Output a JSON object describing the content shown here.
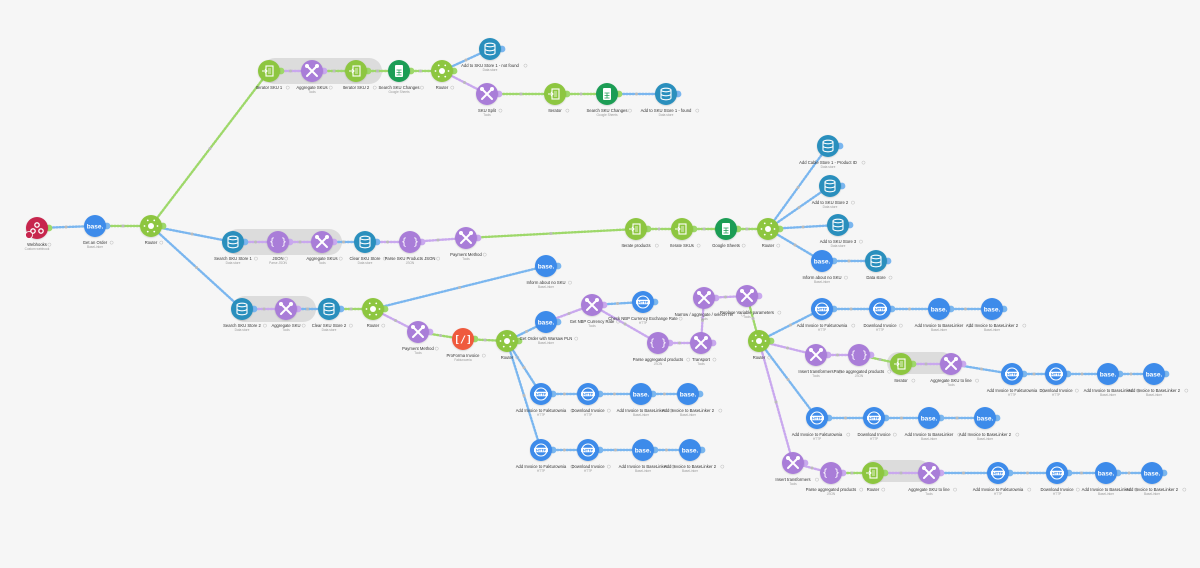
{
  "colors": {
    "green": "#8dc63f",
    "purple": "#a97dd8",
    "blue": "#3d8bea",
    "sheets": "#1f9d55",
    "db": "#2a8fbd",
    "red": "#ef5a3c",
    "webhook": "#c7254e",
    "connector_green": "#9ed86a",
    "connector_blue": "#7ab6ef",
    "connector_purple": "#c9a8ee"
  },
  "nodes": [
    {
      "id": "webhook",
      "type": "webhook",
      "title": "Webhooks",
      "sub": "Custom webhook",
      "icon": "webhook-icon"
    },
    {
      "id": "getorder",
      "type": "base",
      "title": "Get an Order",
      "sub": "BaseLinker"
    },
    {
      "id": "router1",
      "type": "router",
      "title": "Router",
      "sub": ""
    },
    {
      "id": "iter1",
      "type": "iterator",
      "title": "Iterator SKU 1",
      "sub": ""
    },
    {
      "id": "agg1",
      "type": "tools",
      "title": "Aggregate SKUs",
      "sub": "Tools"
    },
    {
      "id": "iter2",
      "type": "iterator",
      "title": "Iterator SKU 2",
      "sub": ""
    },
    {
      "id": "sheets1",
      "type": "sheets",
      "title": "Search SKU Changes",
      "sub": "Google Sheets"
    },
    {
      "id": "router2",
      "type": "router",
      "title": "Router",
      "sub": ""
    },
    {
      "id": "db1",
      "type": "db",
      "title": "Add to SKU Store 1 - not found",
      "sub": "Data store"
    },
    {
      "id": "tools2",
      "type": "tools",
      "title": "SKU Split",
      "sub": "Tools"
    },
    {
      "id": "iter3",
      "type": "iterator",
      "title": "Iterator",
      "sub": ""
    },
    {
      "id": "sheets2",
      "type": "sheets",
      "title": "Search SKU Changes",
      "sub": "Google Sheets"
    },
    {
      "id": "db2",
      "type": "db",
      "title": "Add to SKU Store 1 - found",
      "sub": "Data store"
    },
    {
      "id": "db3",
      "type": "db",
      "title": "Search SKU Store 1",
      "sub": "Data store"
    },
    {
      "id": "json1",
      "type": "json",
      "title": "JSON",
      "sub": "Parse JSON"
    },
    {
      "id": "agg2",
      "type": "tools",
      "title": "Aggregate SKUs",
      "sub": "Tools"
    },
    {
      "id": "db4",
      "type": "db",
      "title": "Clear SKU Store",
      "sub": "Data store"
    },
    {
      "id": "json2",
      "type": "json",
      "title": "Parse SKU Products JSON",
      "sub": "JSON"
    },
    {
      "id": "tools3",
      "type": "tools",
      "title": "Payment Method",
      "sub": "Tools"
    },
    {
      "id": "iter4",
      "type": "iterator",
      "title": "Iterate products",
      "sub": ""
    },
    {
      "id": "iter5",
      "type": "iterator",
      "title": "Iterate SKUs",
      "sub": ""
    },
    {
      "id": "sheets3",
      "type": "sheets",
      "title": "Google Sheets",
      "sub": ""
    },
    {
      "id": "router3",
      "type": "router",
      "title": "Router",
      "sub": ""
    },
    {
      "id": "db5",
      "type": "db",
      "title": "Add Cable Store 1 - Product ID",
      "sub": "Data store"
    },
    {
      "id": "db6",
      "type": "db",
      "title": "Add to SKU Store 2",
      "sub": "Data store"
    },
    {
      "id": "db7",
      "type": "db",
      "title": "Add to SKU Store 3",
      "sub": "Data store"
    },
    {
      "id": "base1",
      "type": "base",
      "title": "Inform about no SKU",
      "sub": "BaseLinker"
    },
    {
      "id": "db8",
      "type": "db",
      "title": "Data store",
      "sub": ""
    },
    {
      "id": "db9",
      "type": "db",
      "title": "Search SKU Store 2",
      "sub": "Data store"
    },
    {
      "id": "agg3",
      "type": "tools",
      "title": "Aggregate SKU",
      "sub": "Tools"
    },
    {
      "id": "db10",
      "type": "db",
      "title": "Clear SKU Store 2",
      "sub": "Data store"
    },
    {
      "id": "router4",
      "type": "router",
      "title": "Router",
      "sub": ""
    },
    {
      "id": "base2",
      "type": "base",
      "title": "Inform about no SKU",
      "sub": "BaseLinker"
    },
    {
      "id": "tools4",
      "type": "tools",
      "title": "Payment Method",
      "sub": "Tools"
    },
    {
      "id": "pinvoice",
      "type": "red",
      "title": "ProForma Invoice",
      "sub": "Fakturownia"
    },
    {
      "id": "router5",
      "type": "router",
      "title": "Router",
      "sub": ""
    },
    {
      "id": "base3",
      "type": "base",
      "title": "Get Order with Warsaw PLN",
      "sub": "BaseLinker"
    },
    {
      "id": "tools5",
      "type": "tools",
      "title": "Get NBP Currency Rate",
      "sub": "Tools"
    },
    {
      "id": "http1",
      "type": "http",
      "title": "Check NBP Currency Exchange Rate",
      "sub": "HTTP"
    },
    {
      "id": "json3",
      "type": "json",
      "title": "Parse aggregated products",
      "sub": "JSON"
    },
    {
      "id": "tools6",
      "type": "tools",
      "title": "Transport",
      "sub": "Tools"
    },
    {
      "id": "tools7",
      "type": "tools",
      "title": "Narrow / aggregate / select / ref",
      "sub": "Tools"
    },
    {
      "id": "tools8",
      "type": "tools",
      "title": "Replace Variable parameters",
      "sub": "Tools"
    },
    {
      "id": "http2",
      "type": "http",
      "title": "Add Invoice to Fakturownia",
      "sub": "HTTP"
    },
    {
      "id": "http3",
      "type": "http",
      "title": "Download Invoice",
      "sub": "HTTP"
    },
    {
      "id": "base4",
      "type": "base",
      "title": "Add Invoice to BaseLinker",
      "sub": "BaseLinker"
    },
    {
      "id": "base5",
      "type": "base",
      "title": "Add Invoice to BaseLinker 2",
      "sub": "BaseLinker"
    },
    {
      "id": "http4",
      "type": "http",
      "title": "Add Invoice to Fakturownia",
      "sub": "HTTP"
    },
    {
      "id": "http5",
      "type": "http",
      "title": "Download Invoice",
      "sub": "HTTP"
    },
    {
      "id": "base6",
      "type": "base",
      "title": "Add Invoice to BaseLinker",
      "sub": "BaseLinker"
    },
    {
      "id": "base7",
      "type": "base",
      "title": "Add Invoice to BaseLinker 2",
      "sub": "BaseLinker"
    },
    {
      "id": "router6",
      "type": "router",
      "title": "Router",
      "sub": ""
    },
    {
      "id": "http6",
      "type": "http",
      "title": "Add Invoice to Fakturownia",
      "sub": "HTTP"
    },
    {
      "id": "http7",
      "type": "http",
      "title": "Download Invoice",
      "sub": "HTTP"
    },
    {
      "id": "base8",
      "type": "base",
      "title": "Add Invoice to BaseLinker",
      "sub": "BaseLinker"
    },
    {
      "id": "base9",
      "type": "base",
      "title": "Add Invoice to BaseLinker 2",
      "sub": "BaseLinker"
    },
    {
      "id": "tools9",
      "type": "tools",
      "title": "Insert transformers",
      "sub": "Tools"
    },
    {
      "id": "json4",
      "type": "json",
      "title": "Parse aggregated products",
      "sub": "JSON"
    },
    {
      "id": "iter6",
      "type": "iterator",
      "title": "Iterator",
      "sub": ""
    },
    {
      "id": "agg4",
      "type": "tools",
      "title": "Aggregate SKU to line",
      "sub": "Tools"
    },
    {
      "id": "http8",
      "type": "http",
      "title": "Add Invoice to Fakturownia",
      "sub": "HTTP"
    },
    {
      "id": "http9",
      "type": "http",
      "title": "Download Invoice",
      "sub": "HTTP"
    },
    {
      "id": "base10",
      "type": "base",
      "title": "Add Invoice to BaseLinker",
      "sub": "BaseLinker"
    },
    {
      "id": "base11",
      "type": "base",
      "title": "Add Invoice to BaseLinker 2",
      "sub": "BaseLinker"
    },
    {
      "id": "http10",
      "type": "http",
      "title": "Add Invoice to Fakturownia",
      "sub": "HTTP"
    },
    {
      "id": "http11",
      "type": "http",
      "title": "Download Invoice",
      "sub": "HTTP"
    },
    {
      "id": "base12",
      "type": "base",
      "title": "Add Invoice to BaseLinker",
      "sub": "BaseLinker"
    },
    {
      "id": "base13",
      "type": "base",
      "title": "Add Invoice to BaseLinker 2",
      "sub": "BaseLinker"
    },
    {
      "id": "tools10",
      "type": "tools",
      "title": "Insert transformers",
      "sub": "Tools"
    },
    {
      "id": "json5",
      "type": "json",
      "title": "Parse aggregated products",
      "sub": "JSON"
    },
    {
      "id": "iter7",
      "type": "iterator",
      "title": "Router",
      "sub": ""
    },
    {
      "id": "agg5",
      "type": "tools",
      "title": "Aggregate SKU to line",
      "sub": "Tools"
    },
    {
      "id": "http12",
      "type": "http",
      "title": "Add Invoice to Fakturownia",
      "sub": "HTTP"
    },
    {
      "id": "http13",
      "type": "http",
      "title": "Download Invoice",
      "sub": "HTTP"
    },
    {
      "id": "base14",
      "type": "base",
      "title": "Add Invoice to BaseLinker",
      "sub": "BaseLinker"
    },
    {
      "id": "base15",
      "type": "base",
      "title": "Add Invoice to BaseLinker 2",
      "sub": "BaseLinker"
    }
  ],
  "edges": [
    [
      "webhook",
      "getorder"
    ],
    [
      "getorder",
      "router1"
    ],
    [
      "router1",
      "iter1"
    ],
    [
      "iter1",
      "agg1"
    ],
    [
      "agg1",
      "iter2"
    ],
    [
      "iter2",
      "sheets1"
    ],
    [
      "sheets1",
      "router2"
    ],
    [
      "router2",
      "db1"
    ],
    [
      "router2",
      "tools2"
    ],
    [
      "tools2",
      "iter3"
    ],
    [
      "iter3",
      "sheets2"
    ],
    [
      "sheets2",
      "db2"
    ],
    [
      "router1",
      "db3"
    ],
    [
      "db3",
      "json1"
    ],
    [
      "json1",
      "agg2"
    ],
    [
      "agg2",
      "db4"
    ],
    [
      "db4",
      "json2"
    ],
    [
      "json2",
      "tools3"
    ],
    [
      "tools3",
      "iter4"
    ],
    [
      "iter4",
      "iter5"
    ],
    [
      "iter5",
      "sheets3"
    ],
    [
      "sheets3",
      "router3"
    ],
    [
      "router3",
      "db5"
    ],
    [
      "router3",
      "db6"
    ],
    [
      "router3",
      "db7"
    ],
    [
      "router3",
      "base1"
    ],
    [
      "base1",
      "db8"
    ],
    [
      "router1",
      "db9"
    ],
    [
      "db9",
      "agg3"
    ],
    [
      "agg3",
      "db10"
    ],
    [
      "db10",
      "router4"
    ],
    [
      "router4",
      "base2"
    ],
    [
      "router4",
      "tools4"
    ],
    [
      "tools4",
      "pinvoice"
    ],
    [
      "pinvoice",
      "router5"
    ],
    [
      "router5",
      "base3"
    ],
    [
      "base3",
      "tools5"
    ],
    [
      "tools5",
      "http1"
    ],
    [
      "tools5",
      "json3"
    ],
    [
      "json3",
      "tools6"
    ],
    [
      "tools6",
      "tools7"
    ],
    [
      "tools7",
      "tools8"
    ],
    [
      "tools8",
      "router6"
    ],
    [
      "router5",
      "http2"
    ],
    [
      "http2",
      "http3"
    ],
    [
      "http3",
      "base4"
    ],
    [
      "base4",
      "base5"
    ],
    [
      "router5",
      "http4"
    ],
    [
      "http4",
      "http5"
    ],
    [
      "http5",
      "base6"
    ],
    [
      "base6",
      "base7"
    ],
    [
      "router6",
      "http6"
    ],
    [
      "http6",
      "http7"
    ],
    [
      "http7",
      "base8"
    ],
    [
      "base8",
      "base9"
    ],
    [
      "router6",
      "tools9"
    ],
    [
      "tools9",
      "json4"
    ],
    [
      "json4",
      "iter6"
    ],
    [
      "iter6",
      "agg4"
    ],
    [
      "agg4",
      "http8"
    ],
    [
      "http8",
      "http9"
    ],
    [
      "http9",
      "base10"
    ],
    [
      "base10",
      "base11"
    ],
    [
      "router6",
      "http10"
    ],
    [
      "http10",
      "http11"
    ],
    [
      "http11",
      "base12"
    ],
    [
      "base12",
      "base13"
    ],
    [
      "router6",
      "tools10"
    ],
    [
      "tools10",
      "json5"
    ],
    [
      "json5",
      "iter7"
    ],
    [
      "iter7",
      "agg5"
    ],
    [
      "agg5",
      "http12"
    ],
    [
      "http12",
      "http13"
    ],
    [
      "http13",
      "base14"
    ],
    [
      "base14",
      "base15"
    ]
  ]
}
